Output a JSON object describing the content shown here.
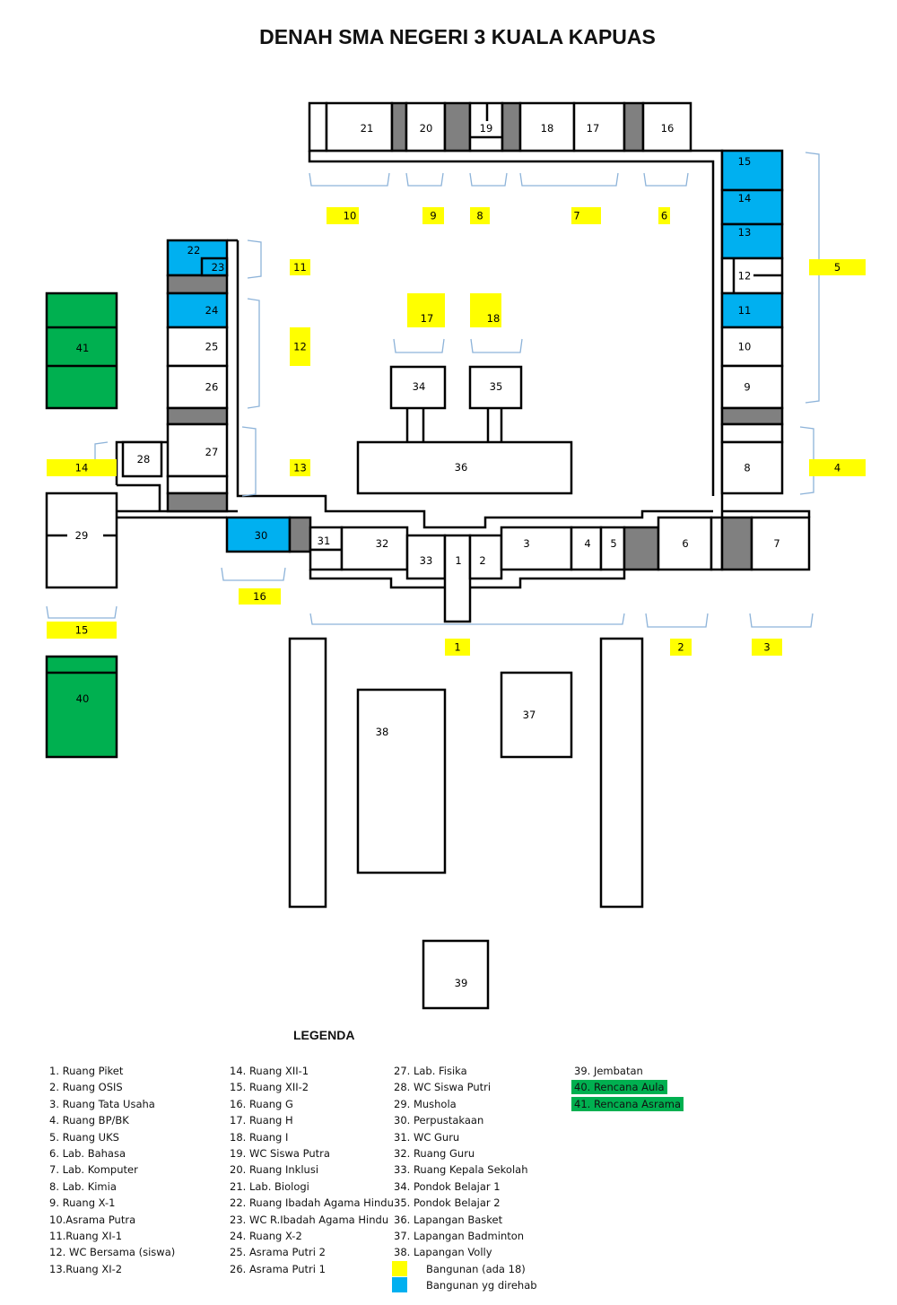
{
  "title": "DENAH SMA NEGERI 3 KUALA KAPUAS",
  "colors": {
    "renovated": "#00b0f0",
    "building_marker": "#ffff00",
    "planned": "#00b050",
    "service": "#808080",
    "bracket": "#8db3d9"
  },
  "rooms": {
    "r1": "1",
    "r2": "2",
    "r3": "3",
    "r4": "4",
    "r5": "5",
    "r6": "6",
    "r7": "7",
    "r8": "8",
    "r9": "9",
    "r10": "10",
    "r11": "11",
    "r12": "12",
    "r13": "13",
    "r14": "14",
    "r15": "15",
    "r16": "16",
    "r17": "17",
    "r18": "18",
    "r19": "19",
    "r20": "20",
    "r21": "21",
    "r22": "22",
    "r23": "23",
    "r24": "24",
    "r25": "25",
    "r26": "26",
    "r27": "27",
    "r28": "28",
    "r29": "29",
    "r30": "30",
    "r31": "31",
    "r32": "32",
    "r33": "33",
    "r34": "34",
    "r35": "35",
    "r36": "36",
    "r37": "37",
    "r38": "38",
    "r39": "39",
    "r40": "40",
    "r41": "41"
  },
  "markers": {
    "m1": "1",
    "m2": "2",
    "m3": "3",
    "m4": "4",
    "m5": "5",
    "m6": "6",
    "m7": "7",
    "m8": "8",
    "m9": "9",
    "m10": "10",
    "m11": "11",
    "m12": "12",
    "m13": "13",
    "m14": "14",
    "m15": "15",
    "m16": "16",
    "m17": "17",
    "m18": "18"
  },
  "legend": {
    "title": "LEGENDA",
    "columns": [
      [
        "1.  Ruang Piket",
        "2.  Ruang OSIS",
        "3.  Ruang Tata Usaha",
        "4.  Ruang BP/BK",
        "5.  Ruang UKS",
        "6.  Lab. Bahasa",
        "7.  Lab. Komputer",
        "8.  Lab. Kimia",
        "9.  Ruang X-1",
        "10.Asrama Putra",
        "11.Ruang XI-1",
        "12. WC Bersama (siswa)",
        "13.Ruang XI-2"
      ],
      [
        "14. Ruang XII-1",
        "15. Ruang XII-2",
        "16. Ruang G",
        "17. Ruang H",
        "18. Ruang I",
        "19. WC Siswa Putra",
        "20. Ruang Inklusi",
        "21. Lab. Biologi",
        "22. Ruang Ibadah Agama Hindu",
        "23. WC R.Ibadah Agama Hindu",
        "24. Ruang X-2",
        "25. Asrama Putri 2",
        "26. Asrama Putri 1"
      ],
      [
        "27. Lab. Fisika",
        "28. WC Siswa Putri",
        "29. Mushola",
        "30. Perpustakaan",
        "31. WC Guru",
        "32. Ruang Guru",
        "33. Ruang Kepala Sekolah",
        "34. Pondok Belajar 1",
        "35. Pondok Belajar 2",
        "36. Lapangan Basket",
        "37. Lapangan Badminton",
        "38. Lapangan Volly"
      ],
      [
        "39. Jembatan",
        "40. Rencana Aula",
        "41. Rencana Asrama"
      ]
    ],
    "swatch_building": "Bangunan (ada 18)",
    "swatch_renovated": "Bangunan yg direhab"
  }
}
